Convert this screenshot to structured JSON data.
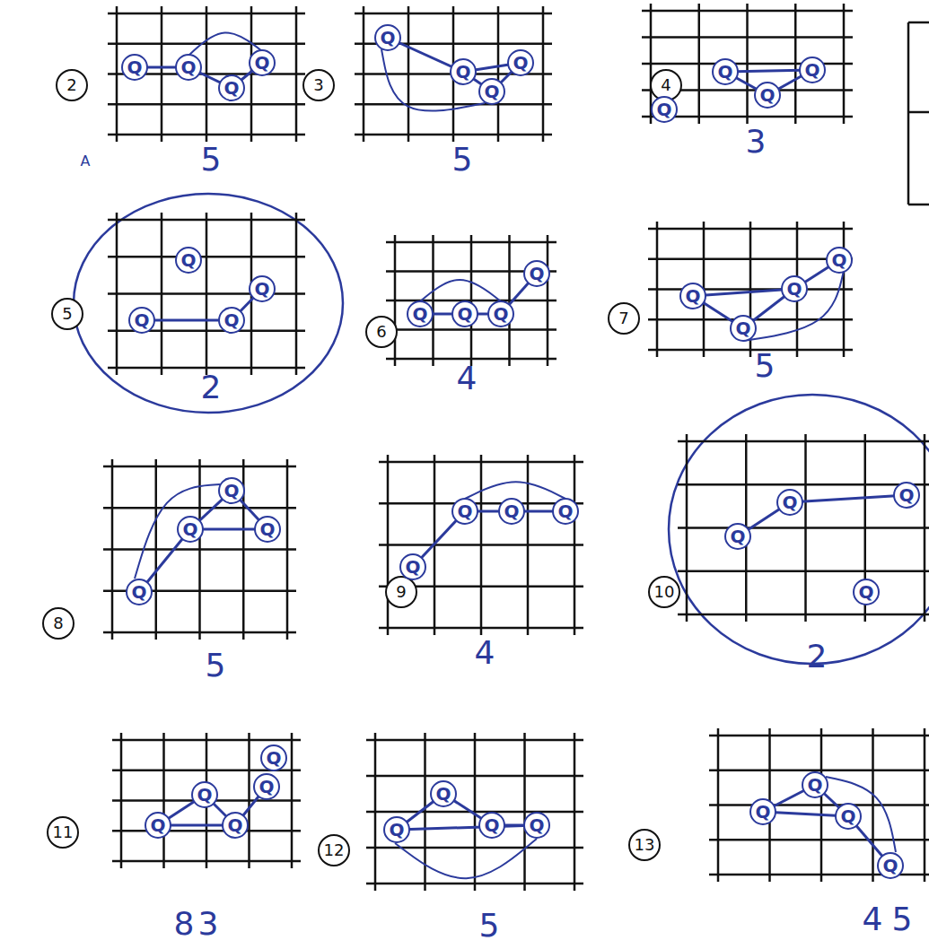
{
  "diagram": {
    "labels": [
      "2",
      "Q",
      "Q",
      "Q",
      "Q",
      "5",
      "A",
      "3",
      "Q",
      "Q",
      "Q",
      "Q",
      "5",
      "4",
      "Q",
      "Q",
      "Q",
      "Q",
      "3",
      "5",
      "Q",
      "Q",
      "Q",
      "Q",
      "2",
      "6",
      "Q",
      "Q",
      "Q",
      "Q",
      "4",
      "7",
      "Q",
      "Q",
      "Q",
      "Q",
      "5",
      "8",
      "Q",
      "Q",
      "Q",
      "Q",
      "5",
      "9",
      "Q",
      "Q",
      "Q",
      "Q",
      "4",
      "10",
      "Q",
      "Q",
      "Q",
      "Q",
      "2",
      "11",
      "Q",
      "Q",
      "Q",
      "Q",
      "Q",
      "8",
      "3",
      "12",
      "Q",
      "Q",
      "Q",
      "Q",
      "5",
      "13",
      "Q",
      "Q",
      "Q",
      "Q",
      "4",
      "5"
    ]
  }
}
